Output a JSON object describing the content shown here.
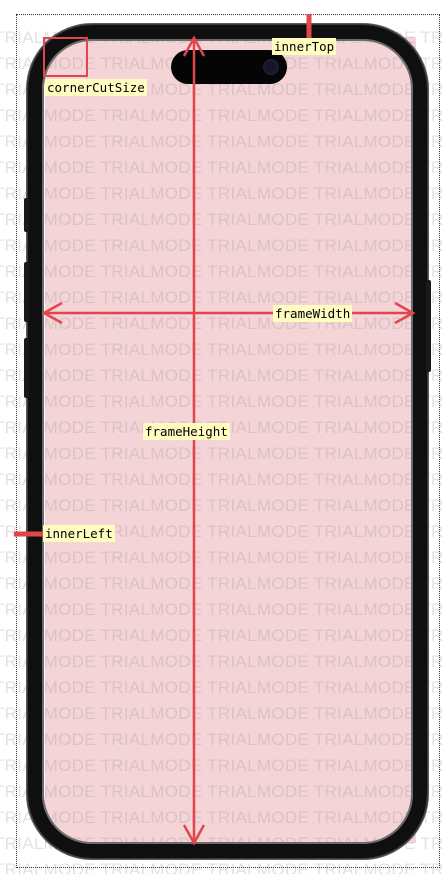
{
  "labels": {
    "inner_top": "innerTop",
    "corner_cut_size": "cornerCutSize",
    "frame_width": "frameWidth",
    "frame_height": "frameHeight",
    "inner_left": "innerLeft"
  },
  "watermark": {
    "text": "TRIALMODE TRIALMODE TRIALMODE TRIALMODE TRIALMODE"
  },
  "colors": {
    "annotation": "#e2454b",
    "screen_fill": "#f4d4d6",
    "label_bg": "#fffcc0",
    "phone_frame": "#0f0f10"
  }
}
